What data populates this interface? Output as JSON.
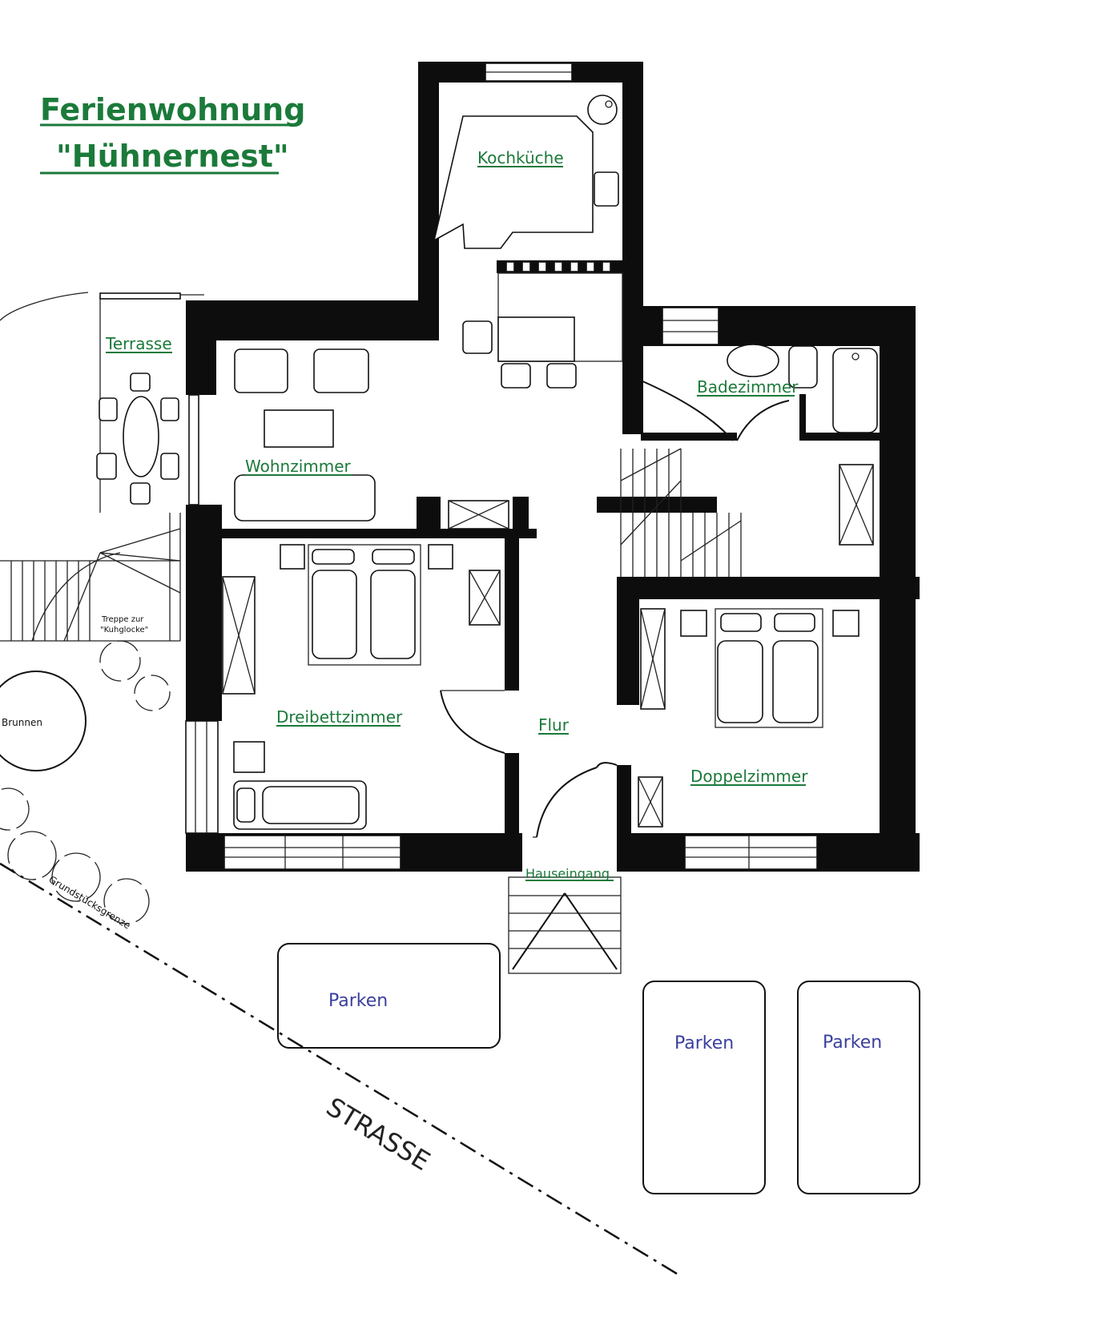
{
  "title": {
    "line1": "Ferienwohnung",
    "line2": "\"Hühnernest\""
  },
  "rooms": {
    "kitchen": "Kochküche",
    "terrace": "Terrasse",
    "bathroom": "Badezimmer",
    "living": "Wohnzimmer",
    "triple": "Dreibettzimmer",
    "hall": "Flur",
    "double": "Doppelzimmer",
    "entrance": "Hauseingang"
  },
  "labels": {
    "stairs_line1": "Treppe zur",
    "stairs_line2": "\"Kuhglocke\"",
    "well": "Brunnen",
    "boundary": "Grundstücksgrenze",
    "street": "STRASSE"
  },
  "parking": {
    "p1": "Parken",
    "p2": "Parken",
    "p3": "Parken"
  },
  "colors": {
    "title": "#1b7a3a",
    "room_labels": "#1b7a3a",
    "parking_labels": "#3b3f9e",
    "walls": "#0d0d0d"
  }
}
